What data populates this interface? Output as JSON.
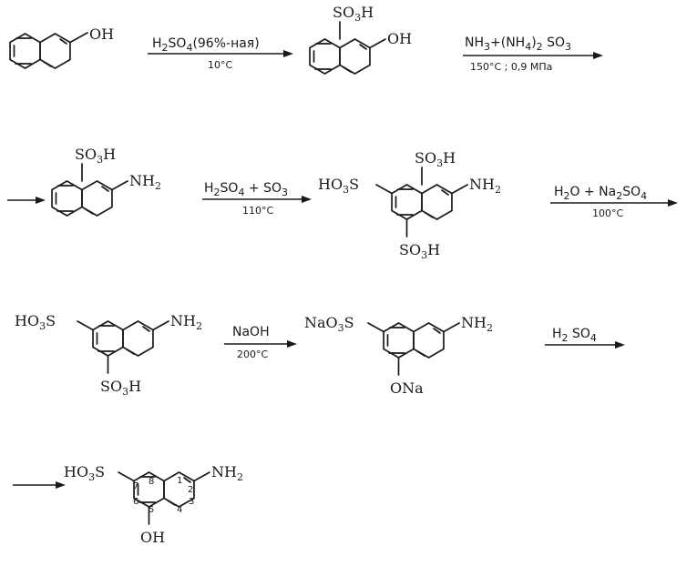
{
  "compound1": {
    "oh": "OH"
  },
  "step1": {
    "reagent_main": "H",
    "reagent_sub": "2",
    "reagent_rest": "SO",
    "reagent_sub2": "4",
    "reagent_tail": "(96%-ная)",
    "condition": "10°C"
  },
  "compound2": {
    "so3h": "SO",
    "so3h_sub": "3",
    "so3h_tail": "H",
    "oh": "OH"
  },
  "step2": {
    "nh3": "NH",
    "nh3_sub": "3",
    "plus": "+(NH",
    "nh4_sub": "4",
    "paren": ")",
    "so3_sub_a": "2",
    "so3": " SO",
    "so3_sub_b": "3",
    "condition": "150°C ; 0,9 МПа"
  },
  "compound3": {
    "so3h": "SO",
    "so3h_sub": "3",
    "so3h_tail": "H",
    "nh2": "NH",
    "nh2_sub": "2"
  },
  "step3": {
    "h2so4": "H",
    "h2so4_sub": "2",
    "h2so4_mid": "SO",
    "h2so4_sub2": "4",
    "plus": " + SO",
    "so3_sub": "3",
    "condition": "110°C"
  },
  "compound4": {
    "left": "HO",
    "left_sub": "3",
    "left_tail": "S",
    "top": "SO",
    "top_sub": "3",
    "top_tail": "H",
    "nh2": "NH",
    "nh2_sub": "2",
    "bottom": "SO",
    "bottom_sub": "3",
    "bottom_tail": "H"
  },
  "step4": {
    "h2o": "H",
    "h2o_sub": "2",
    "h2o_tail": "O + Na",
    "na_sub": "2",
    "so4": "SO",
    "so4_sub": "4",
    "condition": "100°C"
  },
  "compound5": {
    "left": "HO",
    "left_sub": "3",
    "left_tail": "S",
    "nh2": "NH",
    "nh2_sub": "2",
    "bottom": "SO",
    "bottom_sub": "3",
    "bottom_tail": "H"
  },
  "step5": {
    "reagent": "NaOH",
    "condition": "200°C"
  },
  "compound6": {
    "left": "NaO",
    "left_sub": "3",
    "left_tail": "S",
    "nh2": "NH",
    "nh2_sub": "2",
    "bottom": "ONa"
  },
  "step6": {
    "reagent": "H",
    "reagent_sub": "2",
    "reagent_tail": " SO",
    "reagent_sub2": "4"
  },
  "compound7": {
    "left": "HO",
    "left_sub": "3",
    "left_tail": "S",
    "nh2": "NH",
    "nh2_sub": "2",
    "bottom": "OH",
    "positions": [
      "1",
      "2",
      "3",
      "4",
      "5",
      "6",
      "7",
      "8"
    ]
  }
}
